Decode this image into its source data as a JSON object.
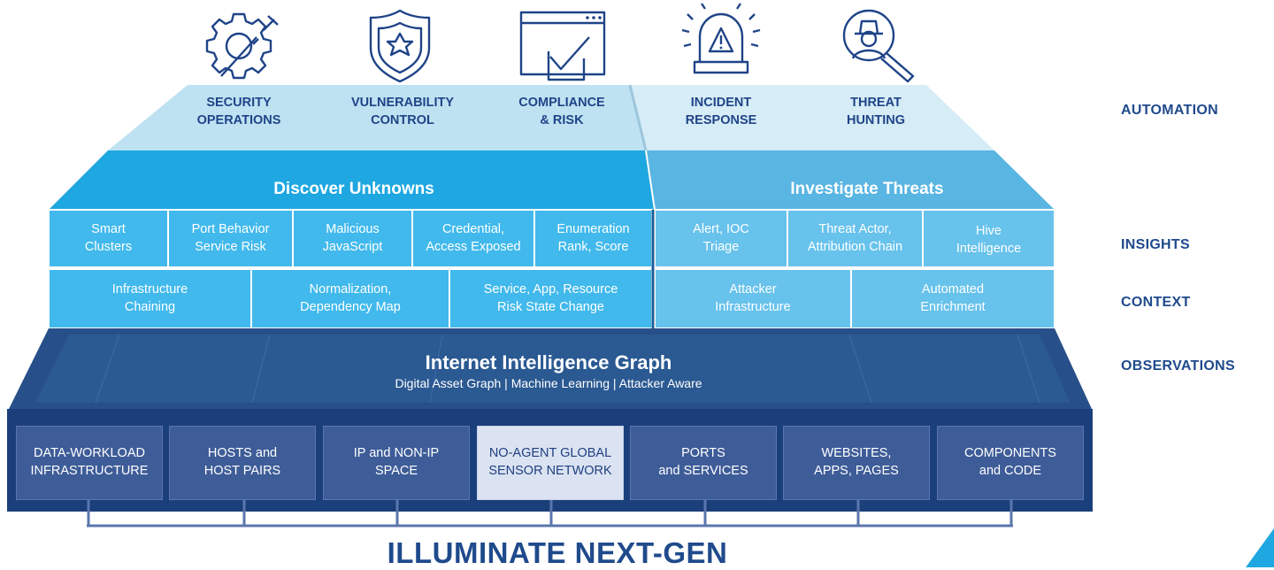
{
  "top_icons": [
    {
      "name": "gear-wrench-icon",
      "label": "SECURITY\nOPERATIONS"
    },
    {
      "name": "shield-star-icon",
      "label": "VULNERABILITY\nCONTROL"
    },
    {
      "name": "browser-checkmark-icon",
      "label": "COMPLIANCE\n& RISK"
    },
    {
      "name": "alarm-siren-icon",
      "label": "INCIDENT\nRESPONSE"
    },
    {
      "name": "magnifier-spy-icon",
      "label": "THREAT\nHUNTING"
    }
  ],
  "discover": {
    "title": "Discover Unknowns",
    "insights": [
      "Smart\nClusters",
      "Port Behavior\nService Risk",
      "Malicious\nJavaScript",
      "Credential,\nAccess Exposed",
      "Enumeration\nRank, Score"
    ],
    "context": [
      "Infrastructure\nChaining",
      "Normalization,\nDependency Map",
      "Service, App, Resource\nRisk State Change"
    ]
  },
  "investigate": {
    "title": "Investigate Threats",
    "insights": [
      "Alert, IOC\nTriage",
      "Threat Actor,\nAttribution Chain",
      "Hive\nIntelligence"
    ],
    "context": [
      "Attacker\nInfrastructure",
      "Automated\nEnrichment"
    ]
  },
  "graph": {
    "title": "Internet Intelligence Graph",
    "subtitle": "Digital Asset Graph | Machine Learning | Attacker Aware"
  },
  "observations": [
    "DATA-WORKLOAD\nINFRASTRUCTURE",
    "HOSTS and\nHOST PAIRS",
    "IP and NON-IP\nSPACE",
    "NO-AGENT GLOBAL\nSENSOR NETWORK",
    "PORTS\nand SERVICES",
    "WEBSITES,\nAPPS, PAGES",
    "COMPONENTS\nand CODE"
  ],
  "side_labels": {
    "automation": "AUTOMATION",
    "insights": "INSIGHTS",
    "context": "CONTEXT",
    "observations": "OBSERVATIONS"
  },
  "footer": "ILLUMINATE NEXT-GEN",
  "colors": {
    "navy": "#1b3f7a",
    "dark_blue": "#274f89",
    "cyan": "#1ea7e0",
    "cell_blue": "#41b9ec",
    "investigate_blue": "#67c2ec",
    "pale_blue": "#bfe2f2",
    "text_blue": "#1f4a8c",
    "highlight_box": "#dbe3f2"
  }
}
